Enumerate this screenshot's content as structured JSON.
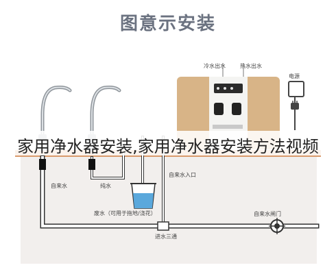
{
  "page": {
    "title": "图意示安装",
    "overlay_caption": "家用净水器安装,家用净水器安装方法视频"
  },
  "labels": {
    "cold_outlet": "冷水出水",
    "hot_outlet": "热水出水",
    "power": "电源",
    "tap_water_left": "自来水",
    "pure_water": "纯水",
    "tap_water_inlet": "自来水入口",
    "waste_water": "废水（可用于拖地/浇花）",
    "inlet_valve": "自来水闸门",
    "tee": "进水三通"
  },
  "colors": {
    "pipe_white": "#ffffff",
    "pipe_outline": "#333333",
    "counter_top": "#d99a6c",
    "cabinet_bg": "#f2efed",
    "water_blue": "#5aa8dc",
    "dispenser_gold": "#d8b487",
    "title_gray": "#6b7280"
  },
  "icons": [
    "faucet-icon",
    "faucet-icon",
    "power-socket-icon",
    "plug-icon",
    "bucket-icon",
    "valve-icon",
    "water-dispenser-icon"
  ]
}
